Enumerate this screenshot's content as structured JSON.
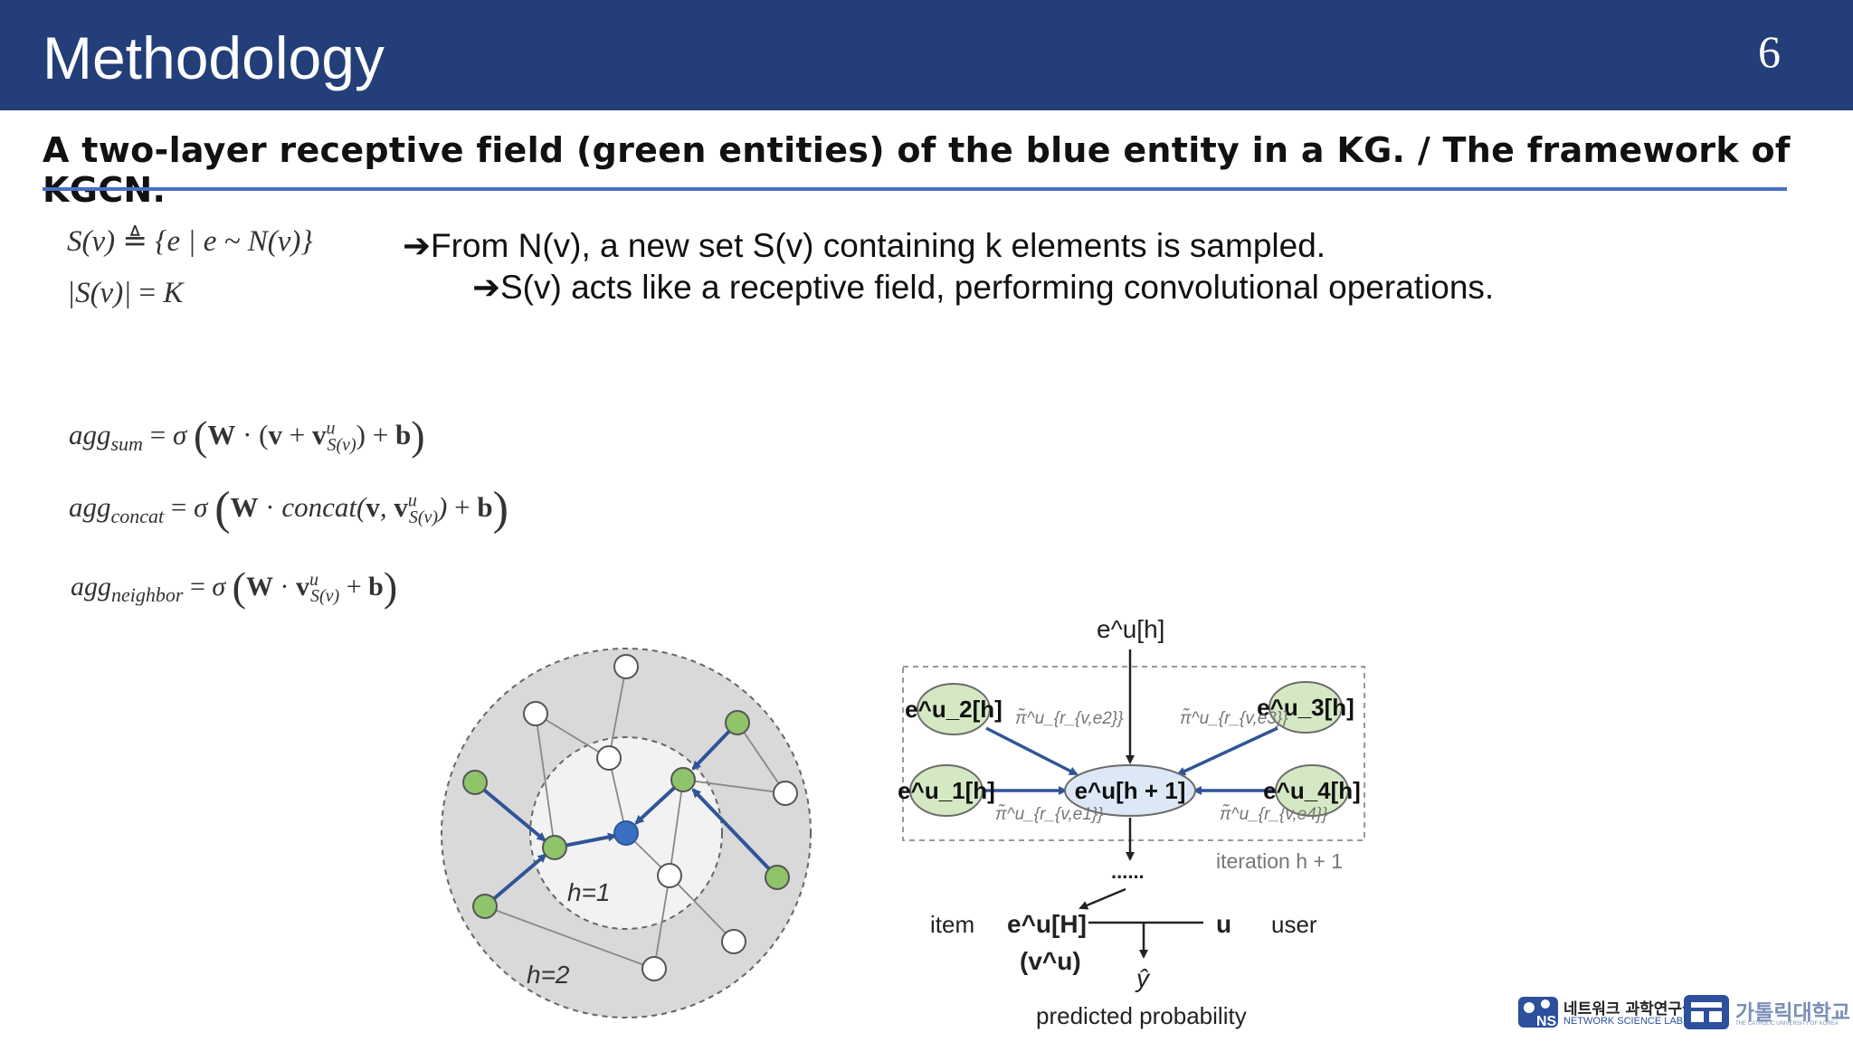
{
  "header": {
    "title": "Methodology",
    "page_number": "6"
  },
  "subtitle": "A two-layer receptive field (green entities) of the blue entity in a KG. / The framework of KGCN.",
  "formulas": {
    "sampling": "S(v) ≜ {e | e ~ N(v)}",
    "size": "|S(v)| = K",
    "agg_sum": "agg_sum = σ(W · (v + v^u_S(v)) + b)",
    "agg_concat": "agg_concat = σ(W · concat(v, v^u_S(v)) + b)",
    "agg_neighbor": "agg_neighbor = σ(W · v^u_S(v) + b)"
  },
  "bullets": [
    "➔From N(v), a new set S(v) containing k elements is sampled.",
    "➔S(v) acts like a receptive field, performing convolutional operations."
  ],
  "receptive_field": {
    "inner_label": "h=1",
    "outer_label": "h=2",
    "colors": {
      "center": "#3a6fc4",
      "neighbor": "#8fc46a",
      "edge": "#2f5597",
      "ring": "#d9d9d9"
    }
  },
  "framework": {
    "top_input": "e^u[h]",
    "center_node": "e^u[h + 1]",
    "neighbors": [
      "e^u_2[h]",
      "e^u_3[h]",
      "e^u_1[h]",
      "e^u_4[h]"
    ],
    "weights": [
      "π̃^u_{r_{v,e2}}",
      "π̃^u_{r_{v,e3}}",
      "π̃^u_{r_{v,e1}}",
      "π̃^u_{r_{v,e4}}"
    ],
    "iteration_label": "iteration h + 1",
    "ellipsis": "......",
    "item_label": "item",
    "item_vector": "e^u[H]",
    "item_vector_alt": "(v^u)",
    "user_vector": "u",
    "user_label": "user",
    "output": "ŷ",
    "output_label": "predicted probability"
  },
  "logos": {
    "lab_korean": "네트워크 과학연구실",
    "lab_english": "NETWORK SCIENCE LAB",
    "lab_badge": "NS",
    "university_korean": "가톨릭대학교",
    "university_english": "THE CATHOLIC UNIVERSITY OF KOREA"
  }
}
